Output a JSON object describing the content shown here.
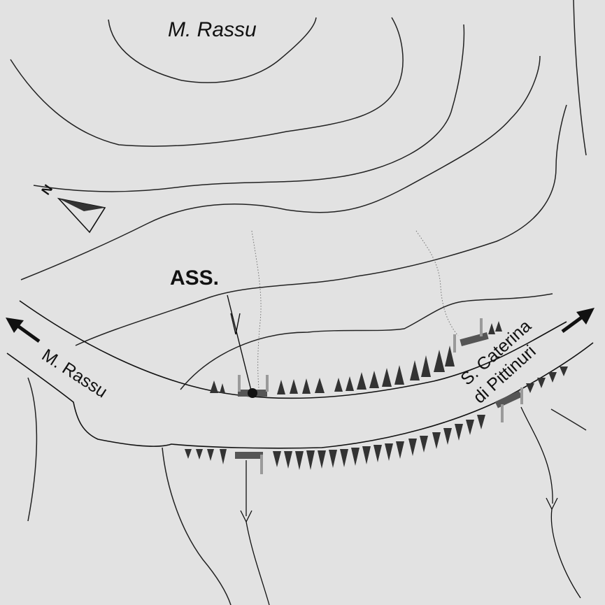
{
  "map": {
    "summit_label": "M. Rassu",
    "road_label_west": "M. Rassu",
    "road_label_east_line1": "S. Caterina",
    "road_label_east_line2": "di Pittinuri",
    "site_label": "ASS.",
    "north_label": "N"
  },
  "colors": {
    "background": "#e2e2e2",
    "contour": "#222222",
    "culvert_dark": "#555555",
    "culvert_light": "#9a9a9a"
  },
  "icons": [
    "north-arrow-icon",
    "direction-arrow-icon",
    "flow-arrow-icon",
    "site-marker-icon",
    "embankment-hachure-icon"
  ]
}
